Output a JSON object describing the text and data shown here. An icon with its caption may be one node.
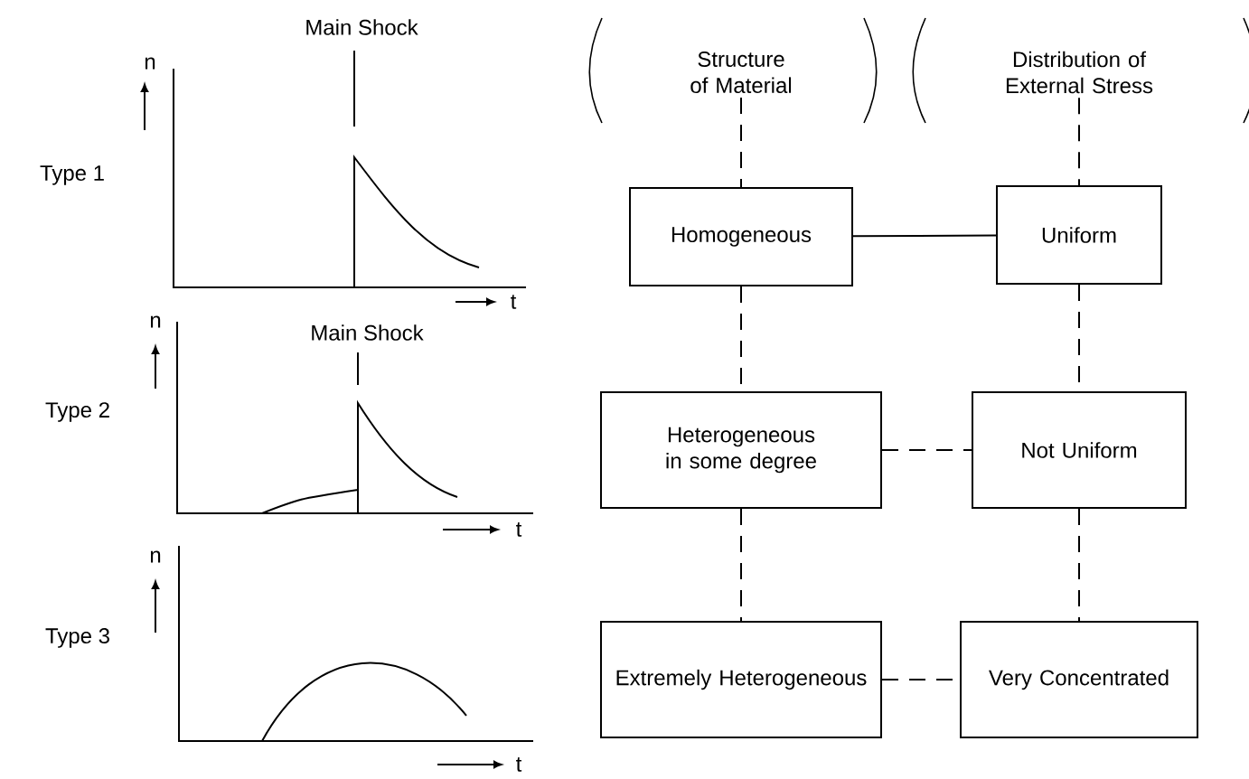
{
  "diagram": {
    "nodes": [
      {
        "text": [
          "Structure of Material"
        ]
      },
      {
        "text": [
          "Distribution of External Stress"
        ]
      },
      {
        "text": [
          "Homogeneous"
        ]
      },
      {
        "text": [
          "Uniform"
        ]
      },
      {
        "text": [
          "Heterogeneous in some degree"
        ]
      },
      {
        "text": [
          "Not Uniform"
        ]
      },
      {
        "text": [
          "Extremely Heterogeneous"
        ]
      },
      {
        "text": [
          "Very Concentrated"
        ]
      }
    ],
    "edges": [
      {
        "from": 0,
        "to": 2,
        "arrow": "none",
        "style": "dashed"
      },
      {
        "from": 1,
        "to": 3,
        "arrow": "none",
        "style": "dashed"
      },
      {
        "from": 2,
        "to": 3,
        "arrow": "none"
      },
      {
        "from": 2,
        "to": 4,
        "arrow": "none",
        "style": "dashed"
      },
      {
        "from": 3,
        "to": 5,
        "arrow": "none",
        "style": "dashed"
      },
      {
        "from": 4,
        "to": 5,
        "arrow": "none",
        "style": "dashed"
      },
      {
        "from": 4,
        "to": 6,
        "arrow": "none",
        "style": "dashed"
      },
      {
        "from": 5,
        "to": 7,
        "arrow": "none",
        "style": "dashed"
      },
      {
        "from": 6,
        "to": 7,
        "arrow": "none",
        "style": "dashed"
      }
    ],
    "labels": [
      "Main Shock",
      "n",
      "Type 1",
      "t",
      "n",
      "Main Shock",
      "Type 2",
      "t",
      "n",
      "Type 3",
      "t"
    ]
  }
}
